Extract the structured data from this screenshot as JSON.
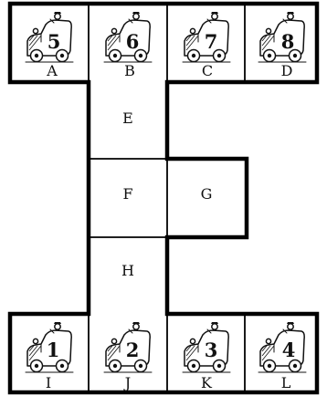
{
  "puzzle": {
    "top_row": [
      {
        "label": "A",
        "car": "5"
      },
      {
        "label": "B",
        "car": "6"
      },
      {
        "label": "C",
        "car": "7"
      },
      {
        "label": "D",
        "car": "8"
      }
    ],
    "middle_cells": [
      {
        "label": "E"
      },
      {
        "label": "F"
      },
      {
        "label": "G"
      },
      {
        "label": "H"
      }
    ],
    "bottom_row": [
      {
        "label": "I",
        "car": "1"
      },
      {
        "label": "J",
        "car": "2"
      },
      {
        "label": "K",
        "car": "3"
      },
      {
        "label": "L",
        "car": "4"
      }
    ]
  }
}
